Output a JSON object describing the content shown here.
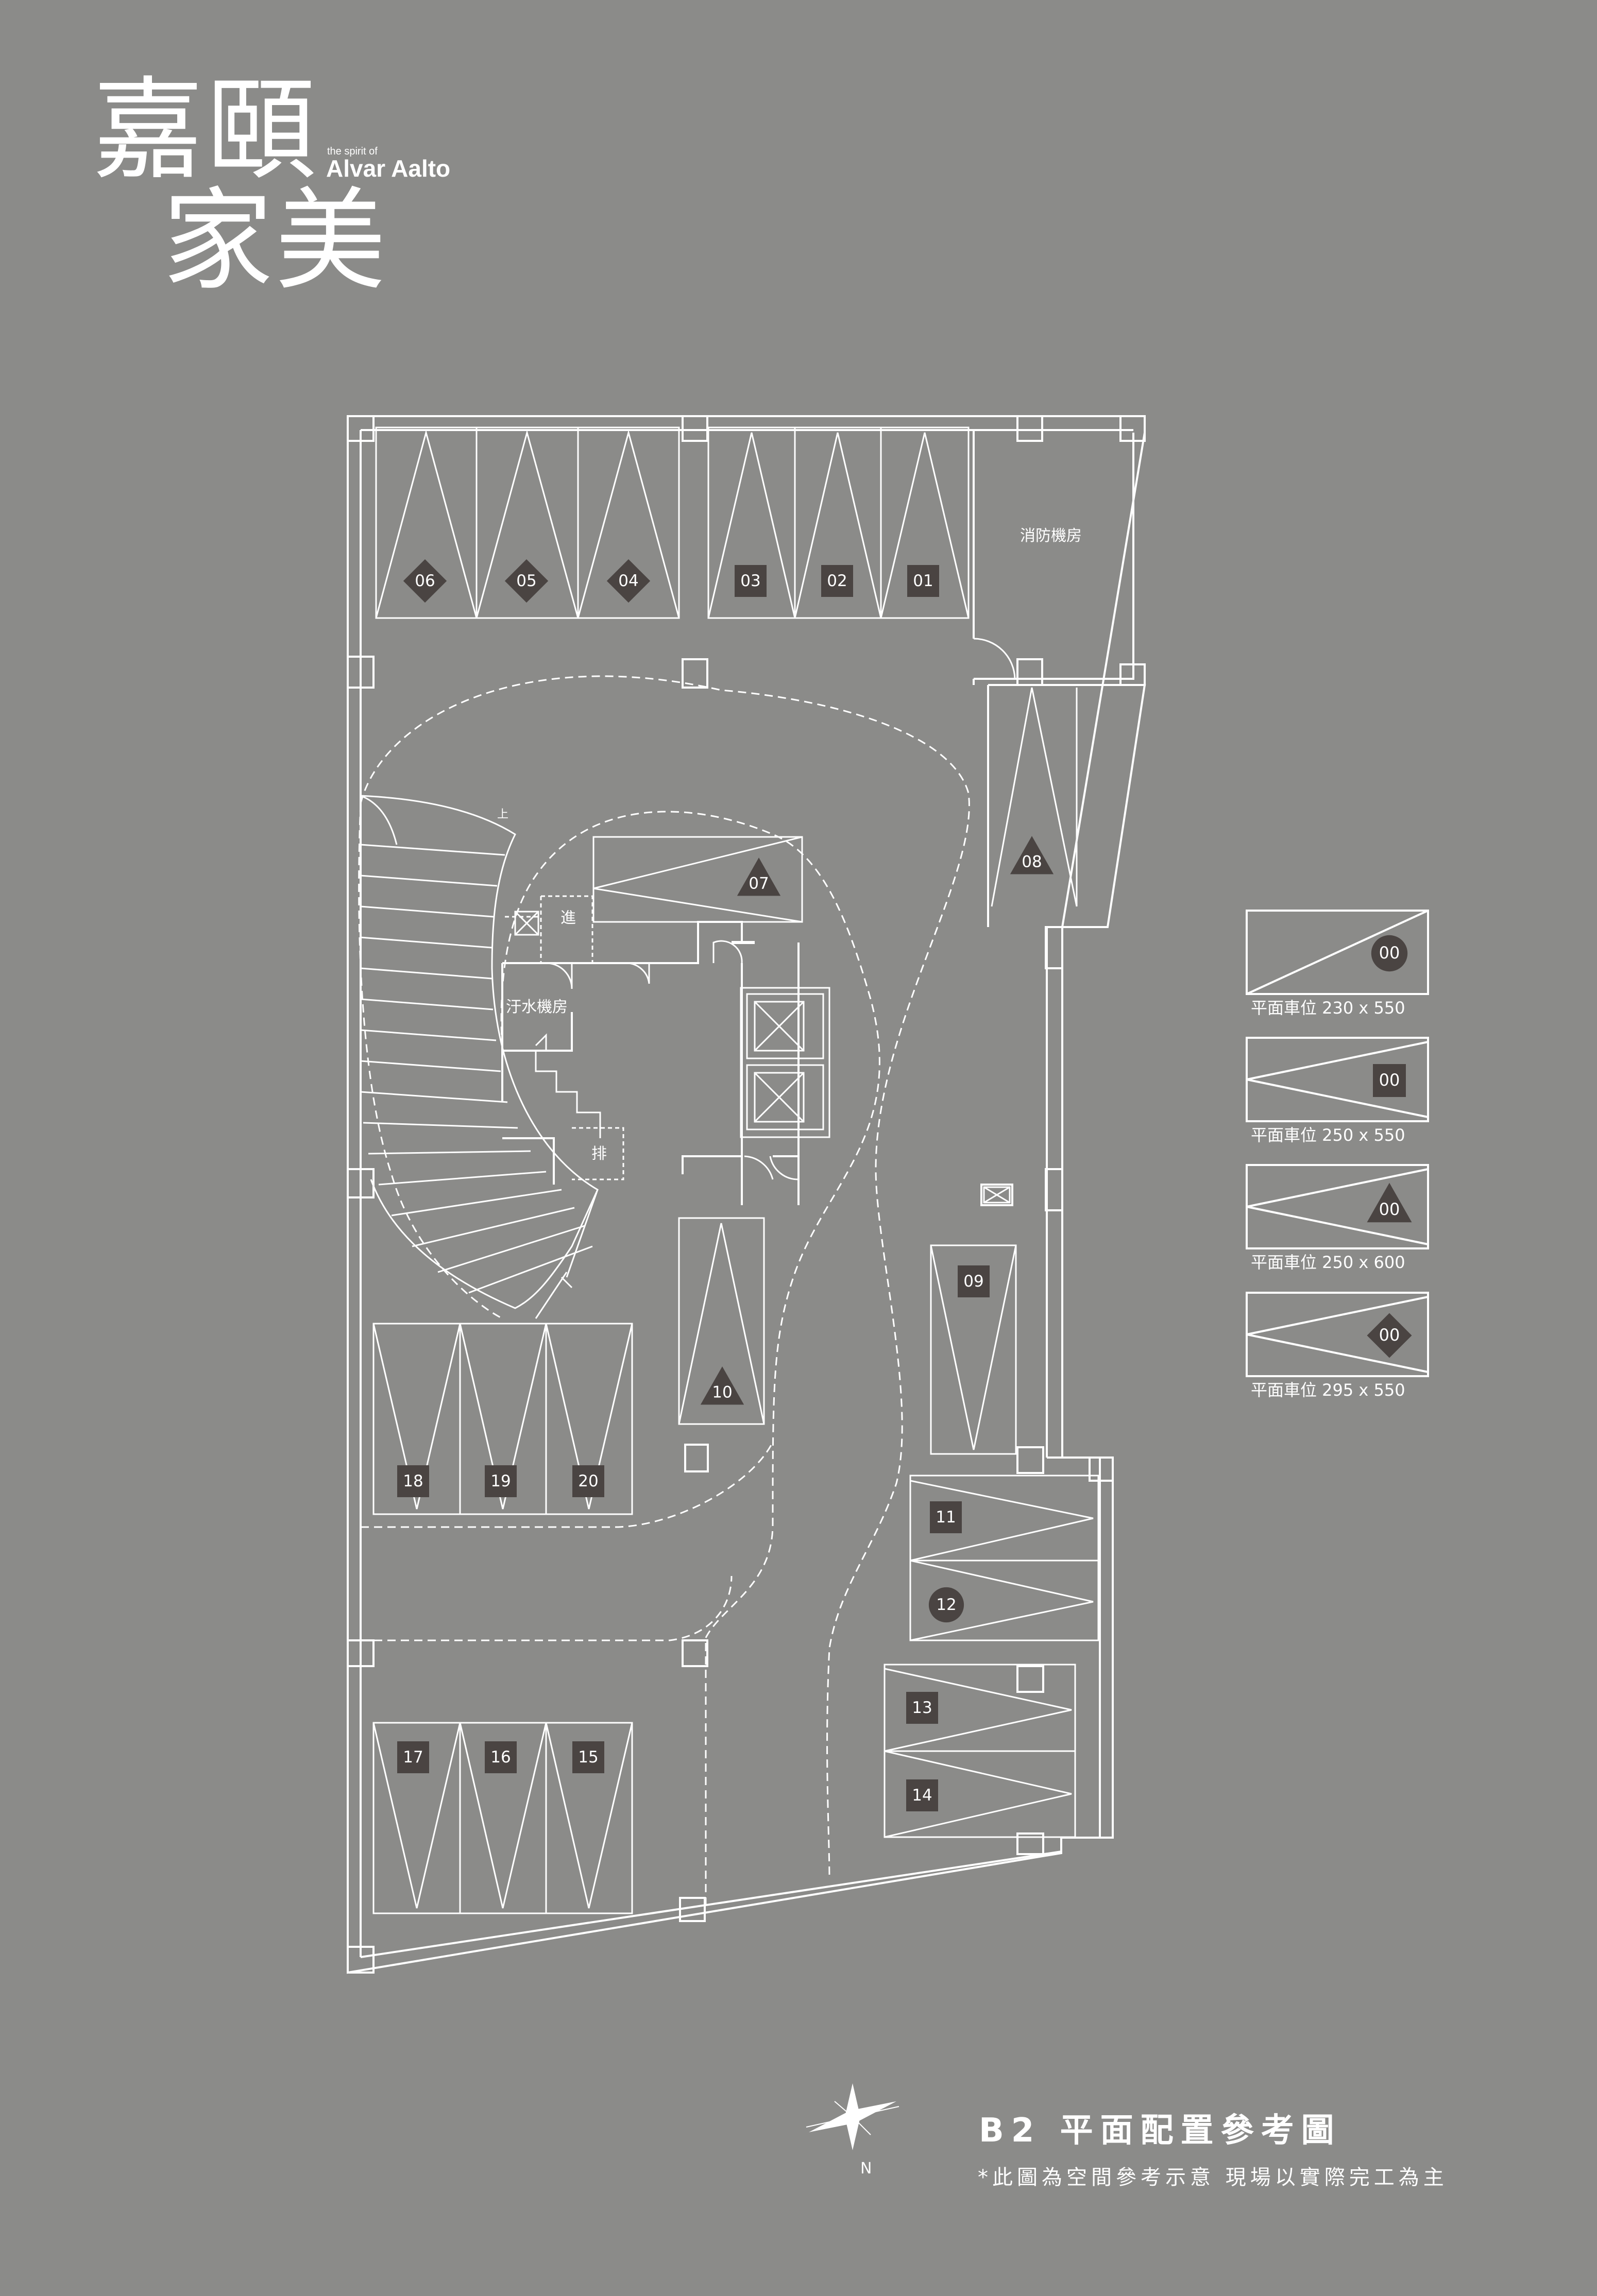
{
  "brand": {
    "line1": "嘉頤",
    "line2": "家美",
    "tagline_small": "the spirit of",
    "tagline_big": "Alvar Aalto"
  },
  "title": "B2 平面配置參考圖",
  "note": "*此圖為空間參考示意 現場以實際完工為主",
  "rooms": {
    "fire_room": "消防機房",
    "sewage_room": "汙水機房",
    "inlet": "進",
    "exhaust": "排",
    "ramp_up": "上",
    "north": "N"
  },
  "legend": [
    {
      "code": "00",
      "marker": "circle",
      "label": "平面車位 230 x 550"
    },
    {
      "code": "00",
      "marker": "square",
      "label": "平面車位 250 x 550"
    },
    {
      "code": "00",
      "marker": "triangle",
      "label": "平面車位 250 x 600"
    },
    {
      "code": "00",
      "marker": "diamond",
      "label": "平面車位 295 x 550"
    }
  ],
  "spaces": [
    {
      "code": "06",
      "marker": "diamond"
    },
    {
      "code": "05",
      "marker": "diamond"
    },
    {
      "code": "04",
      "marker": "diamond"
    },
    {
      "code": "03",
      "marker": "square"
    },
    {
      "code": "02",
      "marker": "square"
    },
    {
      "code": "01",
      "marker": "square"
    },
    {
      "code": "08",
      "marker": "triangle"
    },
    {
      "code": "07",
      "marker": "triangle"
    },
    {
      "code": "10",
      "marker": "triangle"
    },
    {
      "code": "09",
      "marker": "square"
    },
    {
      "code": "18",
      "marker": "square"
    },
    {
      "code": "19",
      "marker": "square"
    },
    {
      "code": "20",
      "marker": "square"
    },
    {
      "code": "11",
      "marker": "square"
    },
    {
      "code": "12",
      "marker": "circle"
    },
    {
      "code": "13",
      "marker": "square"
    },
    {
      "code": "14",
      "marker": "square"
    },
    {
      "code": "17",
      "marker": "square"
    },
    {
      "code": "16",
      "marker": "square"
    },
    {
      "code": "15",
      "marker": "square"
    }
  ],
  "colors": {
    "background": "#8b8b89",
    "line": "#ffffff",
    "marker": "#4a4442"
  }
}
